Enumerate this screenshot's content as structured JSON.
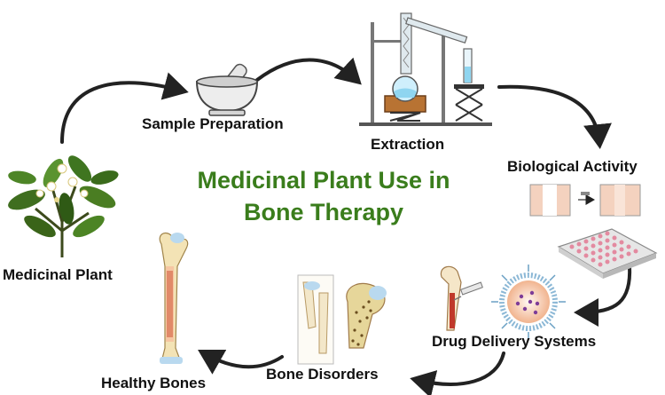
{
  "title": {
    "line1": "Medicinal Plant Use in",
    "line2": "Bone Therapy"
  },
  "stages": {
    "medicinal_plant": "Medicinal Plant",
    "sample_preparation": "Sample Preparation",
    "extraction": "Extraction",
    "biological_activity": "Biological Activity",
    "drug_delivery_systems": "Drug Delivery Systems",
    "bone_disorders": "Bone Disorders",
    "healthy_bones": "Healthy Bones"
  },
  "colors": {
    "title": "#3a7d1c",
    "arrow": "#222222",
    "label": "#111111"
  }
}
